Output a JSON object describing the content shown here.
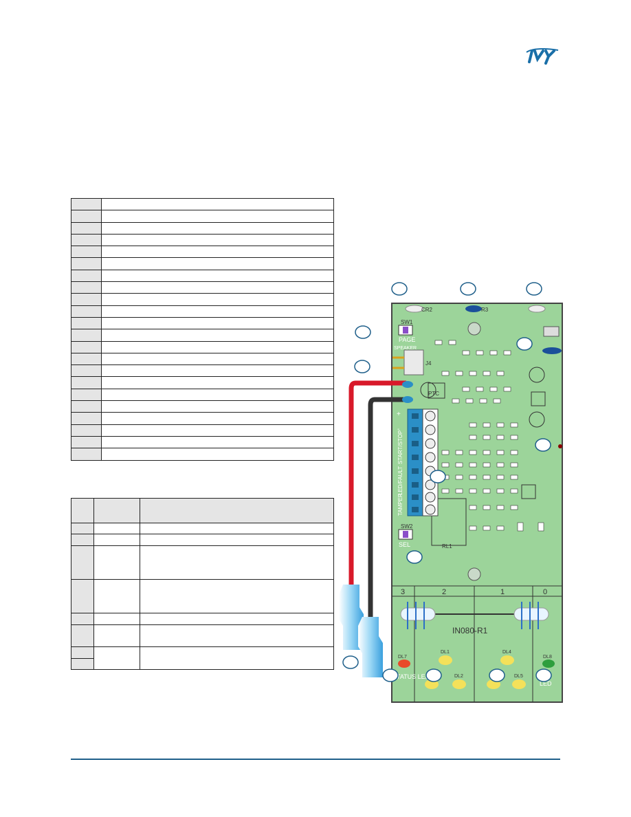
{
  "brand": {
    "color": "#1a6fa8"
  },
  "table1": {
    "rows": 22
  },
  "table2": {
    "header_rows": [
      1
    ],
    "body_rows": [
      1,
      1,
      3,
      3,
      1,
      2,
      1,
      1
    ]
  },
  "board": {
    "labels": {
      "sw1": "SW1",
      "page": "PAGE",
      "speaker": "SPEAKER",
      "j4": "J4",
      "cr2": "CR2",
      "r3": "R3",
      "ptc": "PTC",
      "start_stop": "START/STOP",
      "led_fault": "LED/FAULT",
      "tamper": "TAMPER",
      "sw2": "SW2",
      "sel": "SEL",
      "rl1": "RL1",
      "model": "IN080-R1",
      "zone_3": "3",
      "zone_2": "2",
      "zone_1": "1",
      "zone_0": "0",
      "dl7": "DL7",
      "dl1": "DL1",
      "dl4": "DL4",
      "dl8": "DL8",
      "dl2": "DL2",
      "dl5": "DL5",
      "status_led": "STATUS LED",
      "led": "LED",
      "plus": "+",
      "minus": "-"
    },
    "colors": {
      "pcb": "#9cd49a",
      "terminal": "#2b8fc7",
      "wire_red": "#d8192a",
      "wire_black": "#333333",
      "led_yellow": "#f4e15a",
      "led_red": "#e84a2a",
      "led_green": "#2e9e3e"
    }
  }
}
